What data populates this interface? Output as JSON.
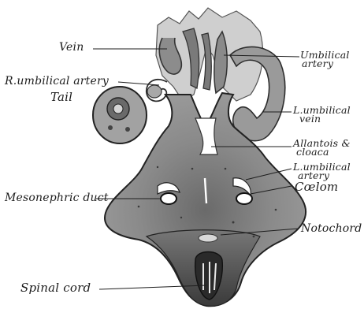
{
  "figure": {
    "labels": {
      "vein": "Vein",
      "r_umbilical_artery": "R.umbilical artery",
      "tail": "Tail",
      "mesonephric_duct": "Mesonephric duct",
      "spinal_cord": "Spinal cord",
      "umbilical_artery_line1": "Umbilical",
      "umbilical_artery_line2": "artery",
      "l_umbilical_vein_line1": "L.umbilical",
      "l_umbilical_vein_line2": "vein",
      "allantois_line1": "Allantois &",
      "allantois_line2": "cloaca",
      "l_umbilical_artery_line1": "L.umbilical",
      "l_umbilical_artery_line2": "artery",
      "coelom": "Cœlom",
      "notochord": "Notochord"
    }
  }
}
